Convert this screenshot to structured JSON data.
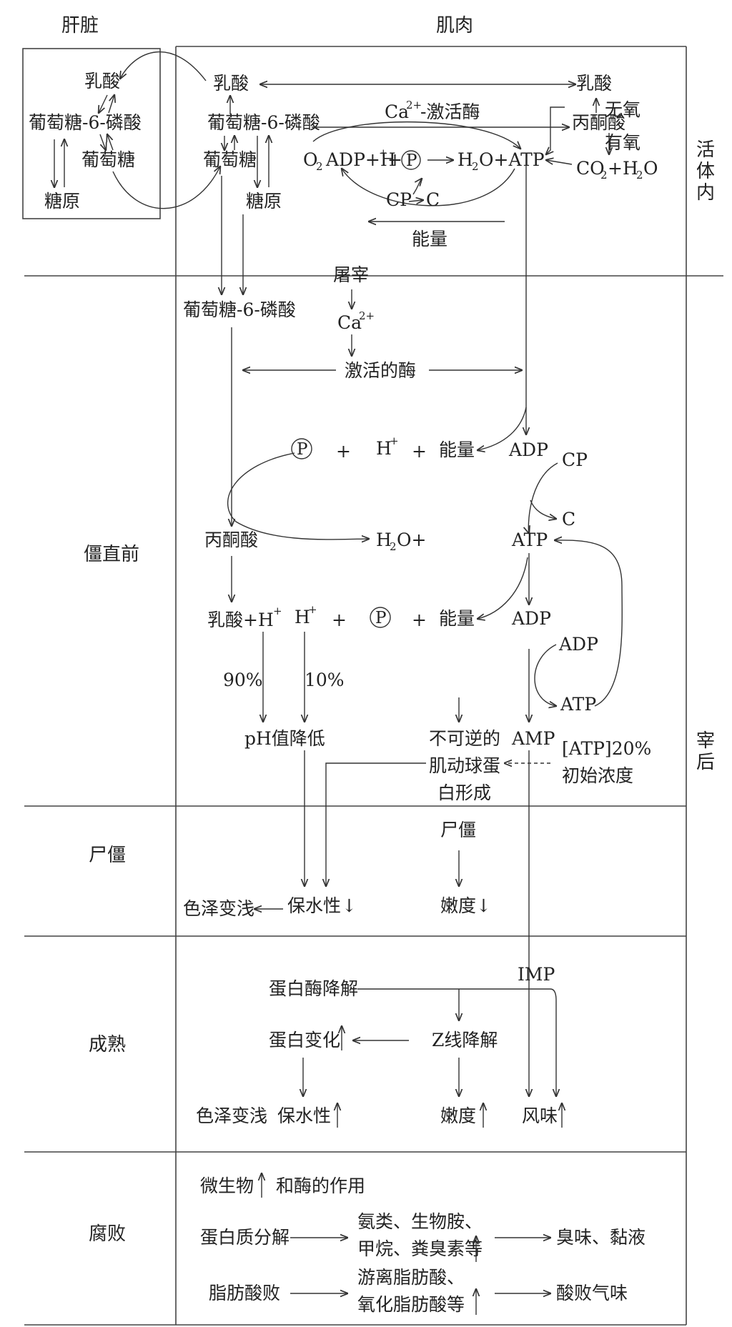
{
  "columns": {
    "liver": "肝脏",
    "muscle": "肌肉"
  },
  "stages": {
    "in_vivo": "活体内",
    "postmortem": "宰后",
    "pre_rigor": "僵直前",
    "rigor": "尸僵",
    "aging": "成熟",
    "spoilage": "腐败"
  },
  "liver": {
    "lactate": "乳酸",
    "g6p": "葡萄糖-6-磷酸",
    "glucose": "葡萄糖",
    "glycogen": "糖原"
  },
  "in_vivo": {
    "lactate_left": "乳酸",
    "g6p": "葡萄糖-6-磷酸",
    "glucose": "葡萄糖",
    "glycogen": "糖原",
    "ca_enzyme_prefix": "Ca",
    "ca_enzyme_sup": "2+",
    "ca_enzyme_suffix": "-激活酶",
    "o2_prefix": "O",
    "o2_sub": "2",
    "adp_h": "ADP+H",
    "adp_h_sup": "+",
    "plus": "+",
    "p_symbol": "P",
    "h2o_prefix": "H",
    "h2o_sub": "2",
    "h2o_suffix": "O+ATP",
    "cp": "CP",
    "c": "C",
    "energy": "能量",
    "lactate_right": "乳酸",
    "anaerobic": "无氧",
    "pyruvate": "丙酮酸",
    "aerobic": "有氧",
    "co2_prefix": "CO",
    "co2_sub": "2",
    "co2_mid": "+H",
    "co2_sub2": "2",
    "co2_suffix": "O"
  },
  "postmortem": {
    "slaughter": "屠宰",
    "ca_prefix": "Ca",
    "ca_sup": "2+",
    "activated_enzyme": "激活的酶",
    "g6p": "葡萄糖-6-磷酸",
    "p_symbol": "P",
    "plus": "+",
    "h_prefix": "H",
    "h_sup": "+",
    "energy": "能量",
    "adp": "ADP",
    "cp": "CP",
    "c": "C",
    "pyruvate": "丙酮酸",
    "h2o_prefix": "H",
    "h2o_sub": "2",
    "h2o_suffix": "O+",
    "atp": "ATP",
    "lactate_h": "乳酸+H",
    "adp2": "ADP",
    "adp3": "ADP",
    "atp2": "ATP",
    "pct90": "90%",
    "pct10": "10%",
    "ph_drop": "pH值降低",
    "irreversible_1": "不可逆的",
    "irreversible_2": "肌动球蛋",
    "irreversible_3": "白形成",
    "amp": "AMP",
    "atp_conc_1": "[ATP]20%",
    "atp_conc_2": "初始浓度"
  },
  "rigor": {
    "rigor_label": "尸僵",
    "color_lighter": "色泽变浅",
    "water_holding": "保水性",
    "tenderness": "嫩度",
    "down": "↓"
  },
  "aging": {
    "imp": "IMP",
    "protease": "蛋白酶降解",
    "protein_change": "蛋白变化",
    "z_line": "Z线降解",
    "color_lighter": "色泽变浅",
    "water_holding": "保水性",
    "tenderness": "嫩度",
    "flavor": "风味"
  },
  "spoilage": {
    "microbes": "微生物",
    "enzyme_action": "和酶的作用",
    "protein_decomp": "蛋白质分解",
    "amines_1": "氨类、生物胺、",
    "amines_2": "甲烷、粪臭素等",
    "odor": "臭味、黏液",
    "fat_rancid": "脂肪酸败",
    "free_fa_1": "游离脂肪酸、",
    "free_fa_2": "氧化脂肪酸等",
    "rancid_smell": "酸败气味"
  }
}
